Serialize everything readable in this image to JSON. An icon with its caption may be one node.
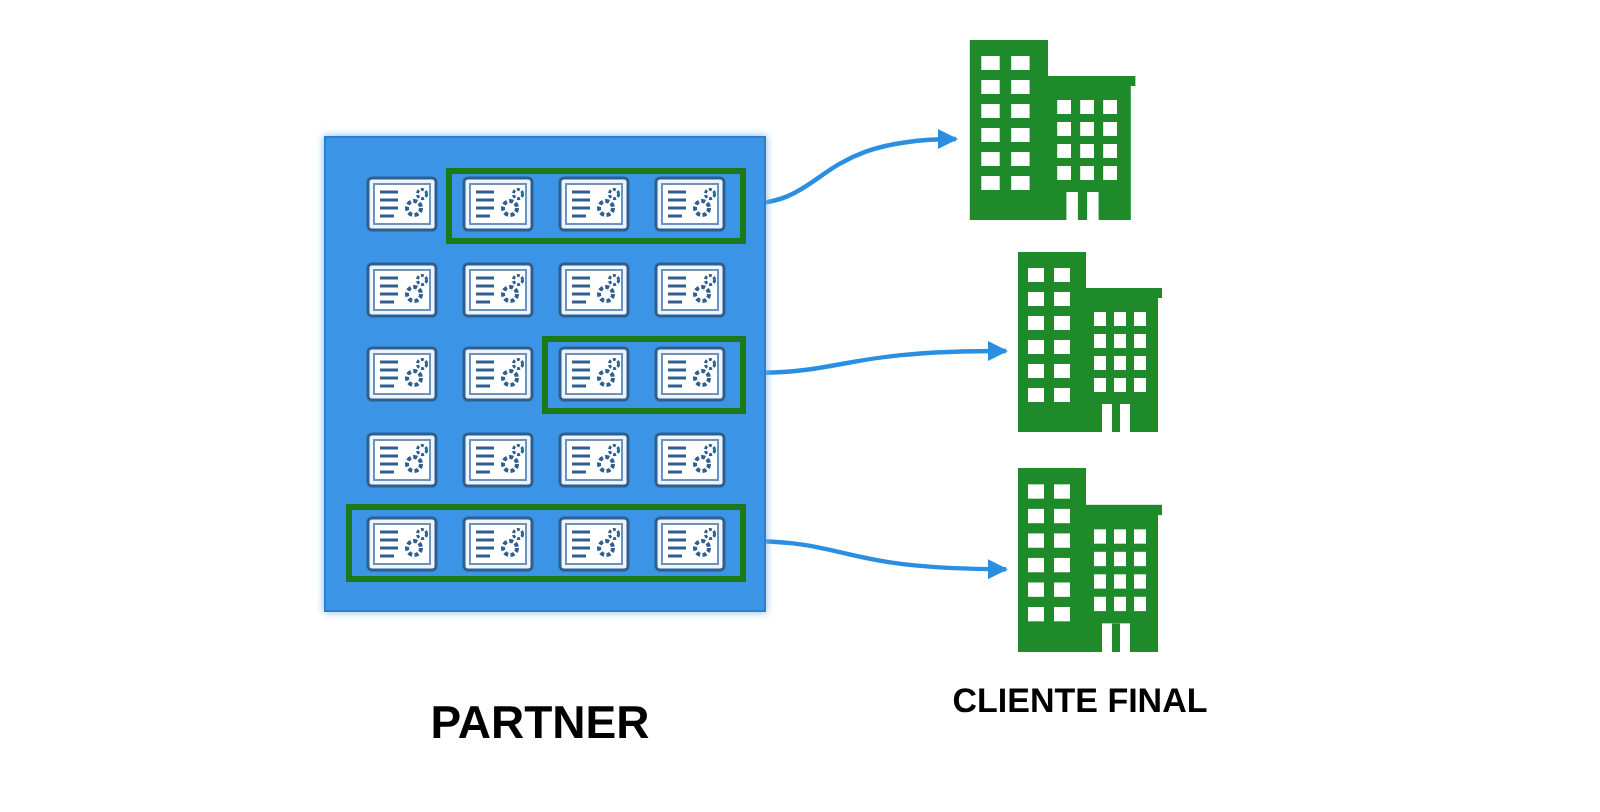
{
  "diagram": {
    "nodes": [
      {
        "text": [],
        "shape": "box"
      },
      {
        "text": [],
        "shape": "box",
        "in": 0
      },
      {
        "text": [],
        "shape": "box",
        "in": 0
      },
      {
        "text": [],
        "shape": "box",
        "in": 0
      },
      {
        "text": [],
        "shape": "building"
      },
      {
        "text": [],
        "shape": "building"
      },
      {
        "text": [],
        "shape": "building"
      }
    ],
    "edges": [
      {
        "from": 1,
        "to": 4,
        "arrow": "to"
      },
      {
        "from": 2,
        "to": 5,
        "arrow": "to"
      },
      {
        "from": 3,
        "to": 6,
        "arrow": "to"
      }
    ],
    "labels": [
      "PARTNER",
      "CLIENTE FINAL"
    ]
  }
}
